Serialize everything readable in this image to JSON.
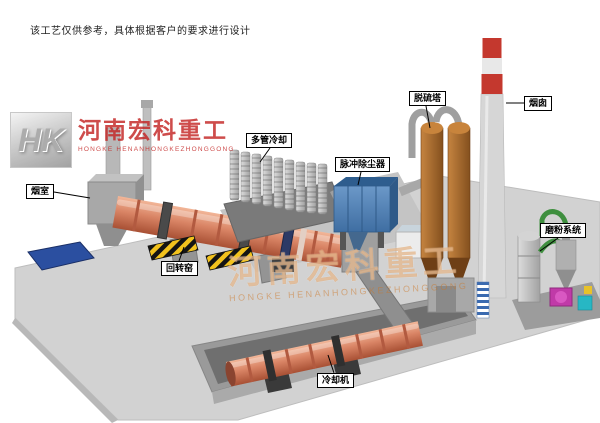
{
  "page": {
    "disclaimer": "该工艺仅供参考，具体根据客户的要求进行设计"
  },
  "logo": {
    "monogram": "HK",
    "company_cn": "河南宏科重工",
    "company_en": "HONGKE HENANHONGKEZHONGGONG"
  },
  "watermark": {
    "company_cn": "河南宏科重工",
    "company_en": "HONGKE HENANHONGKEZHONGGONG"
  },
  "labels": {
    "smoke_chamber": "烟室",
    "rotary_kiln": "回转窑",
    "multi_tube_cooler": "多管冷却",
    "pulse_dust_collector": "脉冲除尘器",
    "desulfurization_tower": "脱硫塔",
    "chimney": "烟囱",
    "grinding_system": "磨粉系统",
    "cooling_machine": "冷却机"
  },
  "colors": {
    "kiln_shell": "#d9886a",
    "dust_collector_blue": "#4a7fb5",
    "desulfurization_tower_brown": "#a8622a",
    "chimney_red": "#c4382e",
    "hazard_yellow": "#f2c21d",
    "pipe_green": "#3f8f3f",
    "fan_magenta": "#c03aa8",
    "platform_gray": "#d0d0d0",
    "pad_blue": "#2b4fa0"
  }
}
